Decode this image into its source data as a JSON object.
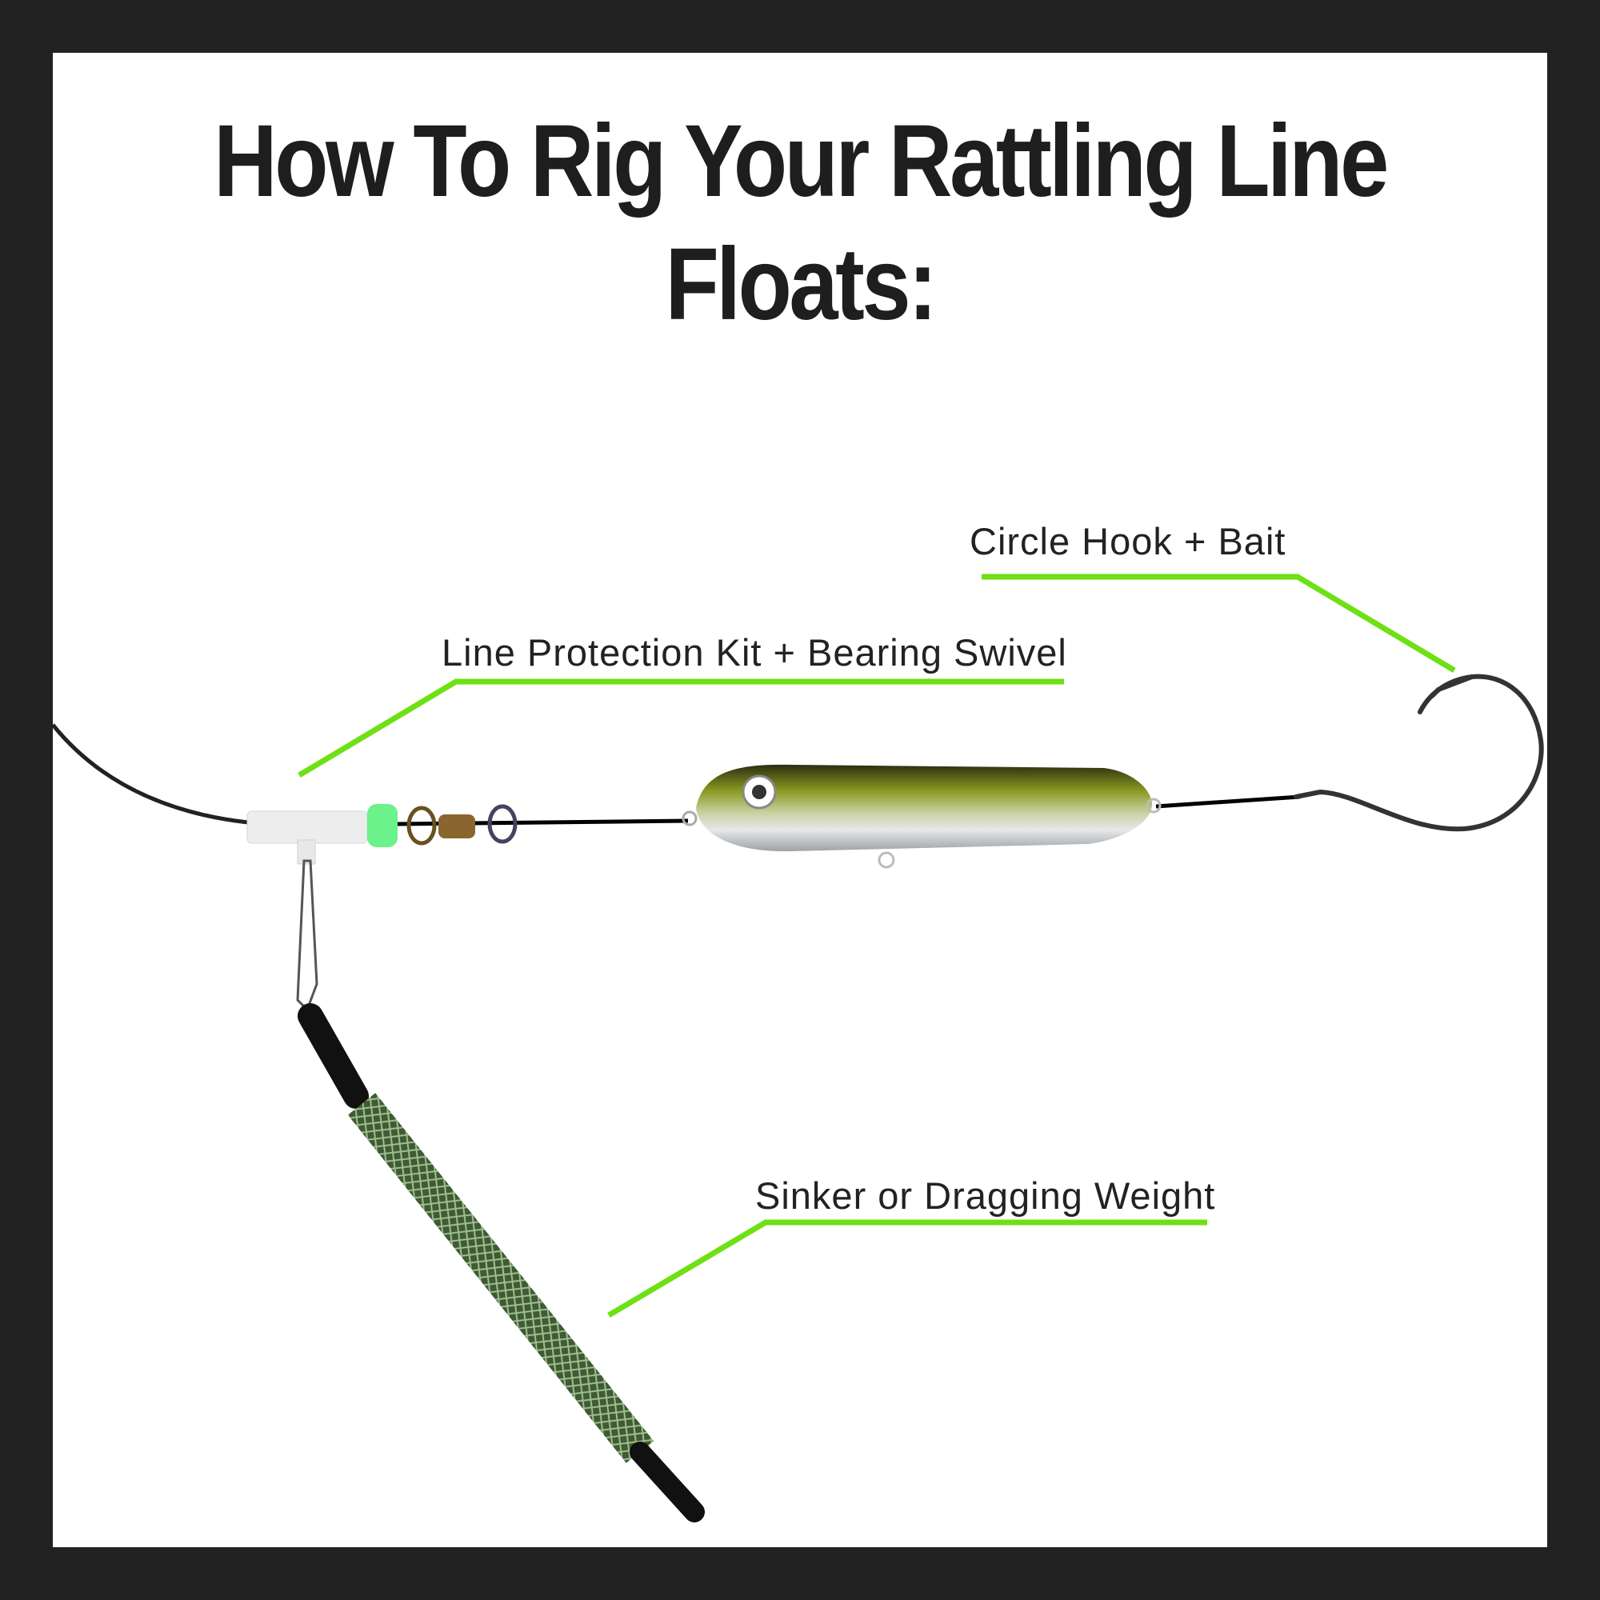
{
  "title": {
    "line1": "How To Rig Your Rattling Line",
    "line2": "Floats:"
  },
  "labels": {
    "hook": "Circle Hook + Bait",
    "protection": "Line Protection Kit + Bearing Swivel",
    "sinker": "Sinker or Dragging Weight"
  },
  "colors": {
    "frame": "#222222",
    "callout": "#6ee014",
    "bead": "#6bf28a",
    "lure_back": "#7a8a1e"
  }
}
